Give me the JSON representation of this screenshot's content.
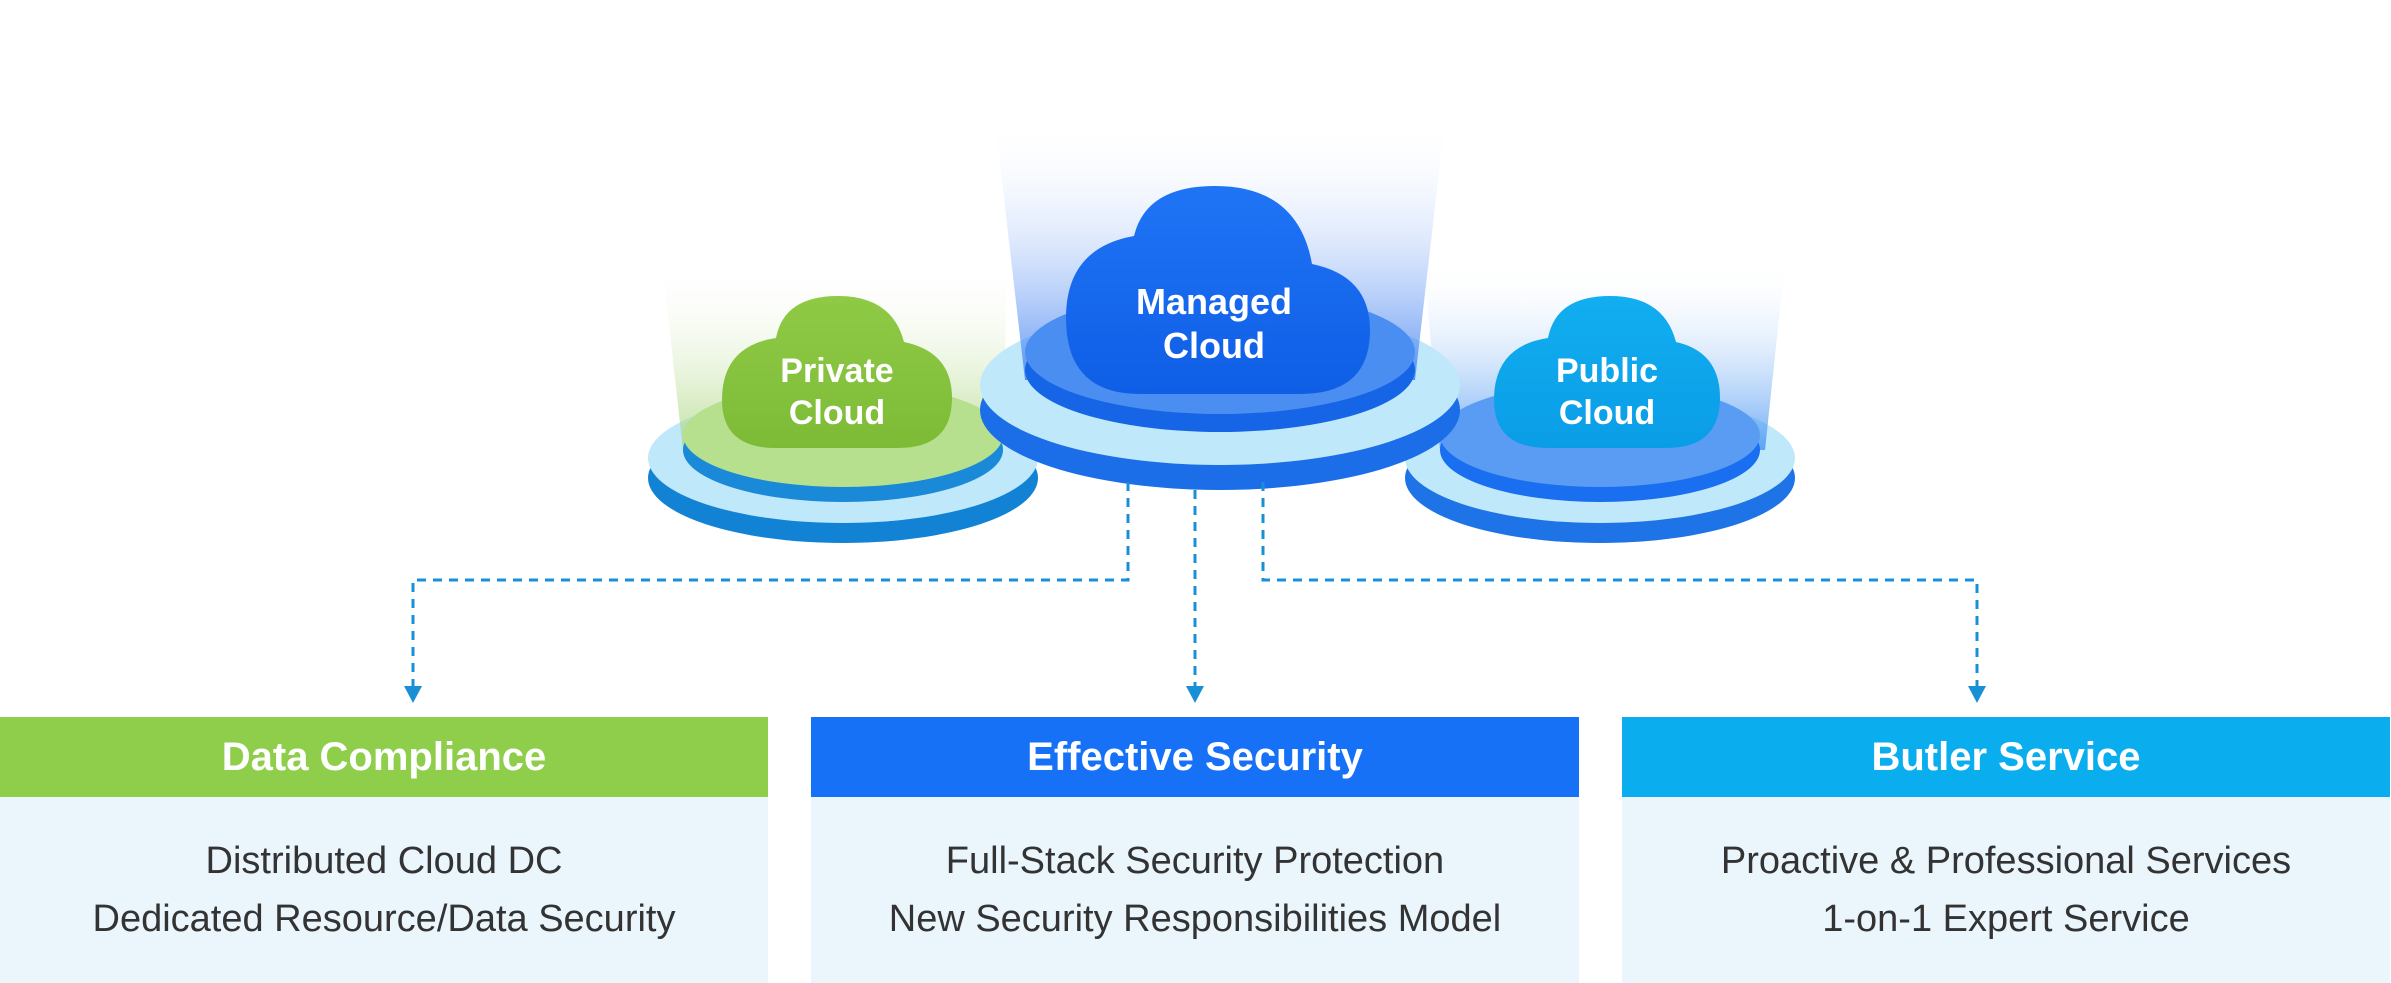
{
  "colors": {
    "private_green": "#8cc63f",
    "managed_blue": "#1a6ef2",
    "public_cyan": "#0aa6ec",
    "card_body_bg": "#eaf5fc",
    "connector": "#1b8fd6"
  },
  "clouds": {
    "private": {
      "line1": "Private",
      "line2": "Cloud",
      "icon": "cloud-icon"
    },
    "managed": {
      "line1": "Managed",
      "line2": "Cloud",
      "icon": "cloud-icon"
    },
    "public": {
      "line1": "Public",
      "line2": "Cloud",
      "icon": "cloud-icon"
    }
  },
  "cards": [
    {
      "title": "Data Compliance",
      "lines": [
        "Distributed Cloud DC",
        "Dedicated Resource/Data Security"
      ]
    },
    {
      "title": "Effective Security",
      "lines": [
        "Full-Stack Security Protection",
        "New Security Responsibilities Model"
      ]
    },
    {
      "title": "Butler Service",
      "lines": [
        "Proactive & Professional Services",
        "1-on-1 Expert Service"
      ]
    }
  ]
}
